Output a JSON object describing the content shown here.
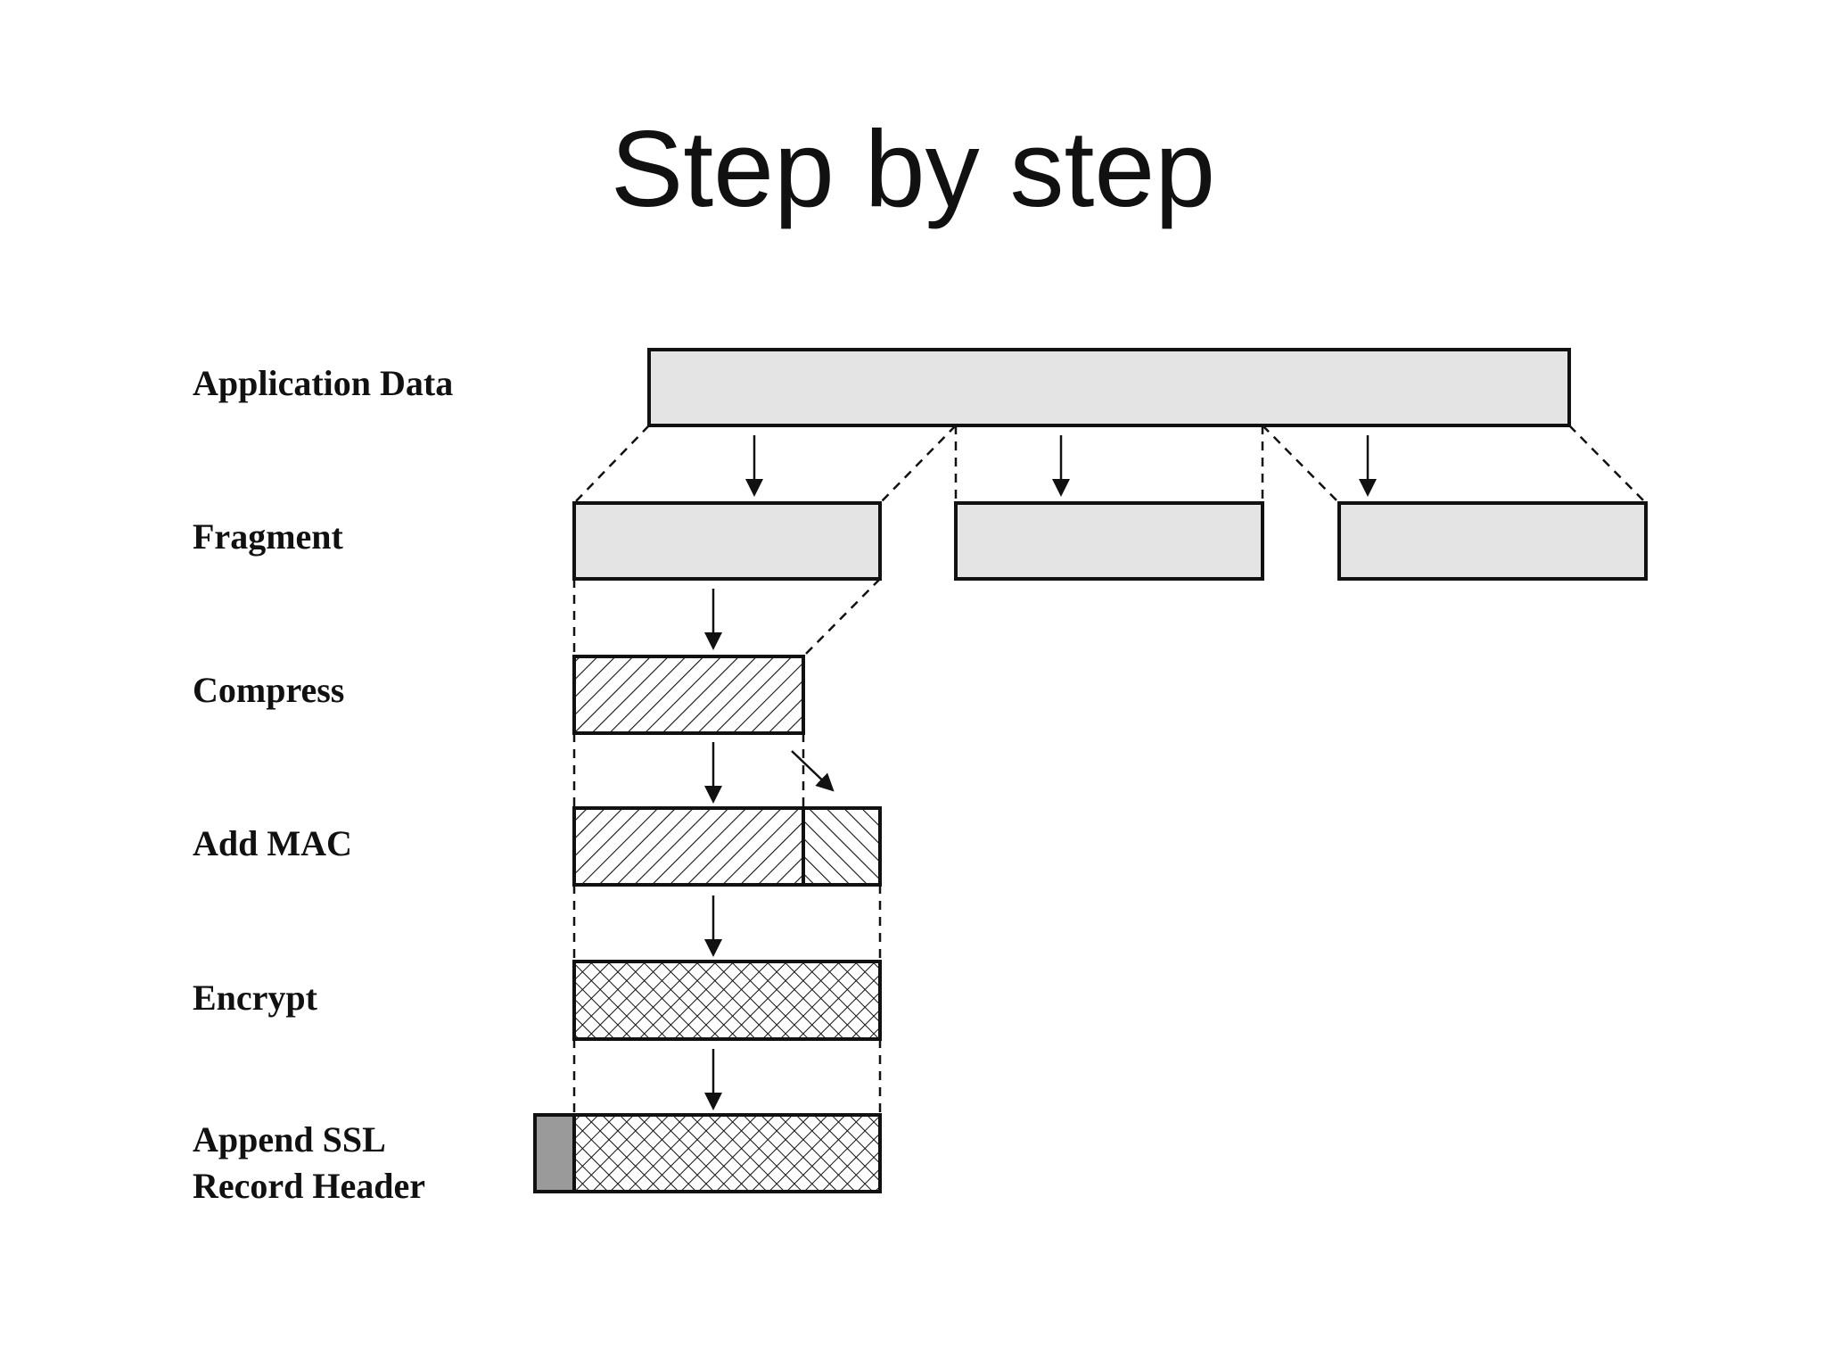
{
  "slide": {
    "title": "Step by step"
  },
  "steps": {
    "application_data": "Application Data",
    "fragment": "Fragment",
    "compress": "Compress",
    "add_mac": "Add MAC",
    "encrypt": "Encrypt",
    "append_line1": "Append SSL",
    "append_line2": "Record Header"
  },
  "colors": {
    "block_fill": "#e4e4e4",
    "header_fill": "#9a9a9a",
    "stroke": "#111111"
  }
}
